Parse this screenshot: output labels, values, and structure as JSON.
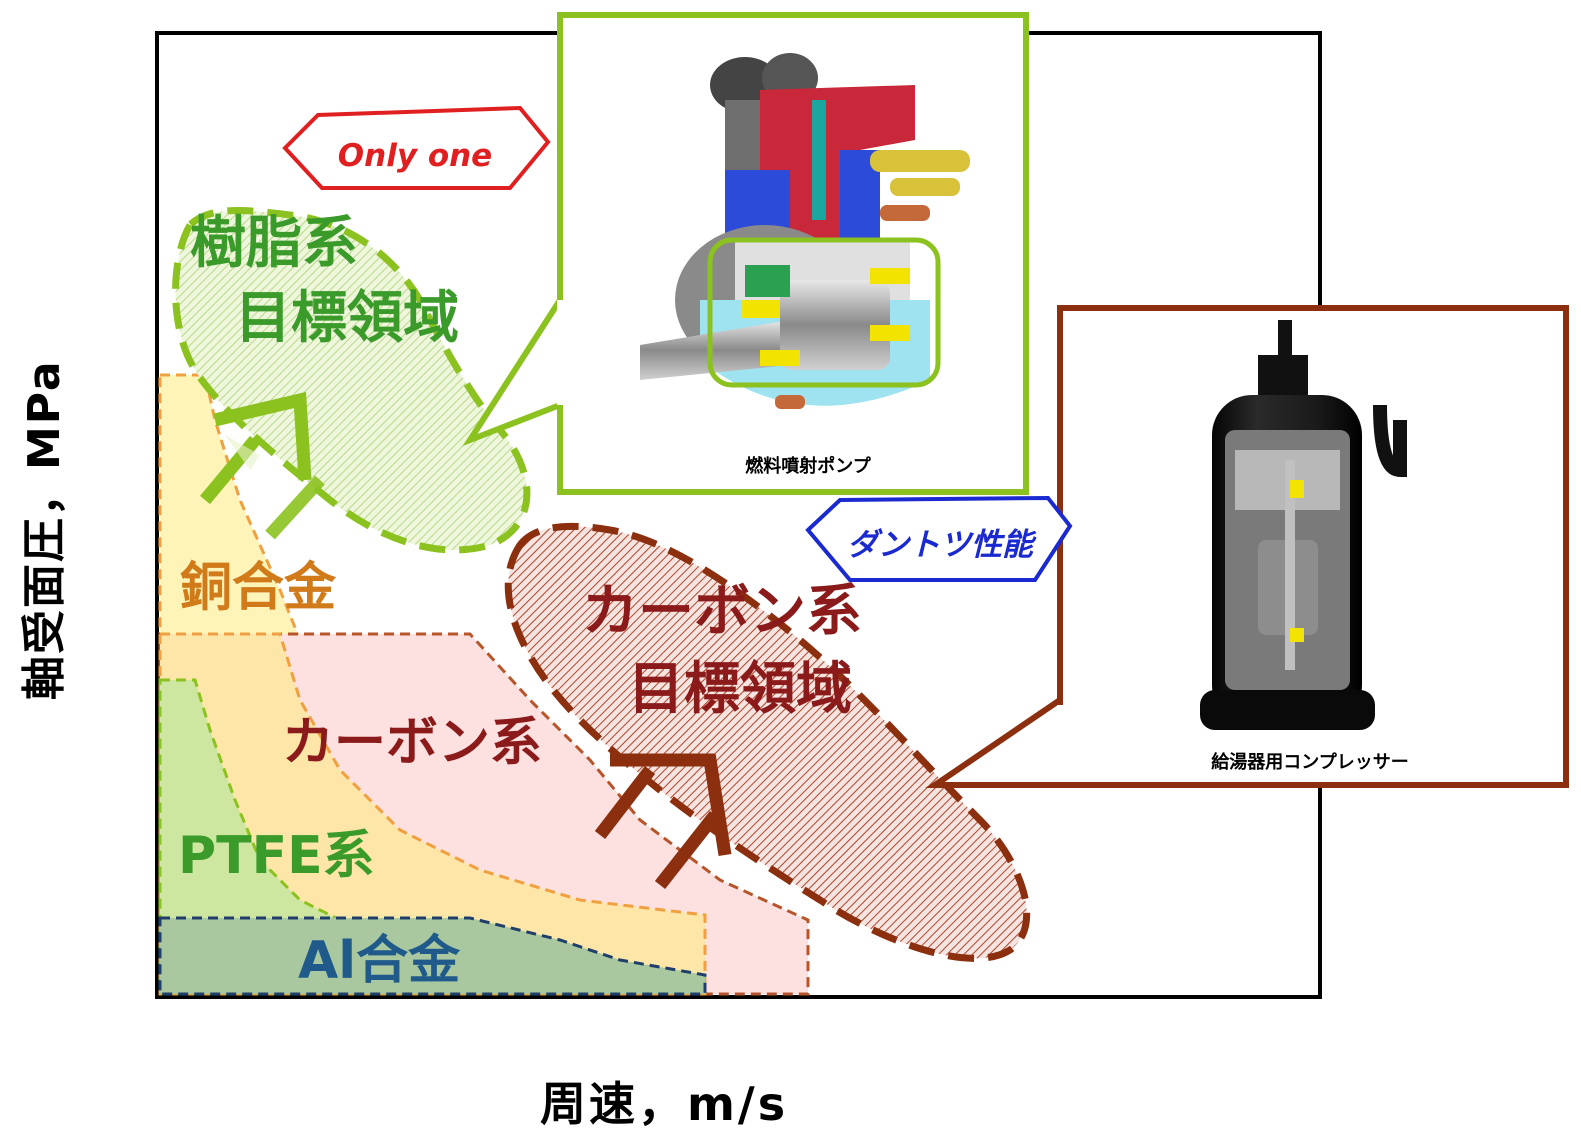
{
  "axes": {
    "x_label": "周速，m/s",
    "y_label": "軸受面圧，MPa"
  },
  "regions": {
    "resin_target": {
      "line1": "樹脂系",
      "line2": "目標領域"
    },
    "copper": {
      "label": "銅合金"
    },
    "carbon": {
      "label": "カーボン系"
    },
    "ptfe": {
      "label": "PTFE系"
    },
    "al": {
      "label": "Al合金"
    },
    "carbon_target": {
      "line1": "カーボン系",
      "line2": "目標領域"
    }
  },
  "badges": {
    "only_one": "Only one",
    "dantotsu": "ダントツ性能"
  },
  "callouts": {
    "fuel_pump": {
      "caption": "燃料噴射ポンプ"
    },
    "compressor": {
      "caption": "給湯器用コンプレッサー"
    }
  },
  "colors": {
    "green_accent": "#8cc21f",
    "green_text": "#3a9a2a",
    "brown": "#8b2f0f",
    "orange": "#f0a040",
    "copper_text": "#d07a1a",
    "carbon_text": "#8b1a1a",
    "navy": "#1f3f6a",
    "red_badge": "#e02020",
    "blue_badge": "#1a2ad0"
  }
}
